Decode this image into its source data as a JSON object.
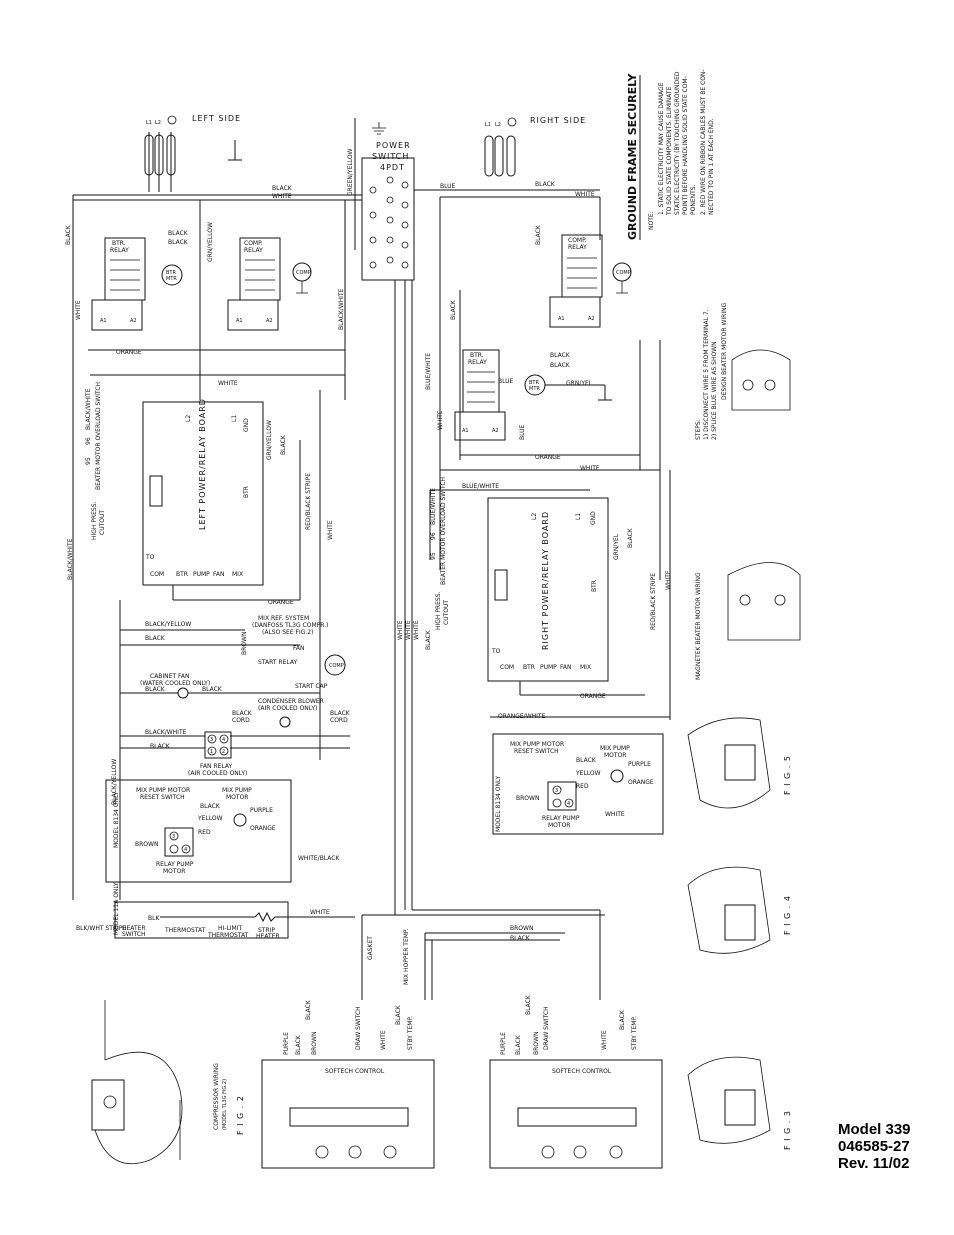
{
  "headings": {
    "left_side": "LEFT SIDE",
    "right_side": "RIGHT SIDE",
    "power_switch": [
      "POWER",
      "SWITCH",
      "4PDT"
    ],
    "ground_frame": "GROUND FRAME SECURELY"
  },
  "notes": {
    "label": "NOTE:",
    "lines": [
      "1. STATIC ELECTRICITY MAY CAUSE DAMAGE",
      "TO SOLID STATE COMPONENTS. ELIMINATE",
      "STATIC ELECTRICITY (BY TOUCHING GROUNDED",
      "POINT) BEFORE HANDLING SOLID STATE COM-",
      "PONENTS.",
      "2. RED WIRE ON RIBBON CABLES MUST BE CON-",
      "NECTED TO PIN 1 AT EACH END."
    ]
  },
  "supply": {
    "terminals": [
      "L1",
      "L2"
    ]
  },
  "wires": {
    "black": "BLACK",
    "white": "WHITE",
    "blue": "BLUE",
    "orange": "ORANGE",
    "green_yellow": "GREEN/YELLOW",
    "grn_yellow": "GRN/YELLOW",
    "grn_yel": "GRN/YEL",
    "black_white": "BLACK/WHITE",
    "blue_white": "BLUE/WHITE",
    "black_yellow": "BLACK/YELLOW",
    "red_black_stripe": "RED/BLACK STRIPE",
    "orange_white": "ORANGE/WHITE",
    "white_black": "WHITE/BLACK",
    "brown": "BROWN",
    "purple": "PURPLE",
    "yellow": "YELLOW",
    "red": "RED",
    "blk": "BLK",
    "blk_wht_stripe": "BLK/WHT STRIPE"
  },
  "components": {
    "btr_relay": [
      "BTR.",
      "RELAY"
    ],
    "comp_relay": [
      "COMP.",
      "RELAY"
    ],
    "btr_mtr": [
      "BTR",
      "MTR"
    ],
    "comp": "COMP",
    "coil_terms": [
      "A1",
      "A2"
    ],
    "left_board": "LEFT POWER/RELAY BOARD",
    "right_board": "RIGHT POWER/RELAY BOARD",
    "board_terms": [
      "COM",
      "BTR",
      "PUMP",
      "FAN",
      "MIX"
    ],
    "board_top_terms": [
      "L2",
      "L1",
      "GND",
      "BTR"
    ],
    "board_to": "TO",
    "beater_overload": "BEATER MOTOR OVERLOAD SWITCH",
    "overload_numbers": [
      "95",
      "96"
    ],
    "high_press": [
      "HIGH PRESS.",
      "CUTOUT"
    ],
    "mix_ref_system": [
      "MIX REF. SYSTEM",
      "(DANFOSS TL3G COMPR.)",
      "(ALSO SEE FIG.2)"
    ],
    "fan": "FAN",
    "start_relay": "START RELAY",
    "start_cap": "START CAP",
    "cabinet_fan": [
      "CABINET FAN",
      "(WATER COOLED ONLY)"
    ],
    "condenser_blower": [
      "CONDENSER BLOWER",
      "(AIR COOLED ONLY)"
    ],
    "cord": "CORD",
    "fan_relay": [
      "FAN RELAY",
      "(AIR COOLED ONLY)"
    ],
    "fan_relay_pins": [
      "3",
      "4",
      "1",
      "2"
    ],
    "mix_pump_reset": [
      "MIX PUMP MOTOR",
      "RESET SWITCH"
    ],
    "mix_pump_motor": [
      "MIX PUMP",
      "MOTOR"
    ],
    "relay_pump": [
      "RELAY PUMP",
      "MOTOR"
    ],
    "pump_pins": [
      "3",
      "4"
    ],
    "model_8134": "MODEL 8134 ONLY",
    "heater_switch": [
      "HEATER",
      "SWITCH"
    ],
    "thermostat": "THERMOSTAT",
    "hi_limit": [
      "HI-LIMIT",
      "THERMOSTAT"
    ],
    "strip_heater": [
      "STRIP",
      "HEATER"
    ],
    "model_11a": "MODEL 11A ONLY",
    "softech_control": "SOFTECH CONTROL",
    "draw_switch": "DRAW SWITCH",
    "stby_temp": "STBY TEMP.",
    "mix_hopper_temp": "MIX HOPPER TEMP.",
    "gasket": "GASKET"
  },
  "figures": {
    "fig2": [
      "F I G . 2",
      "COMPRESSOR WIRING",
      "(MODEL TL3G FIG.2)"
    ],
    "fig3": "F I G . 3",
    "fig4": "F I G . 4",
    "fig5": "F I G . 5",
    "steps": [
      "STEPS:",
      "1) DISCONNECT WIRE 5 FROM TERMINAL 7.",
      "2) SPLICE BLUE WIRE AS SHOWN"
    ],
    "beater_motor_wiring": "DESIGN BEATER MOTOR WIRING",
    "magnetek_wiring": "MAGNETEK BEATER MOTOR WIRING"
  },
  "footer": {
    "model": "Model 339",
    "part": "046585-27",
    "rev": "Rev. 11/02"
  }
}
